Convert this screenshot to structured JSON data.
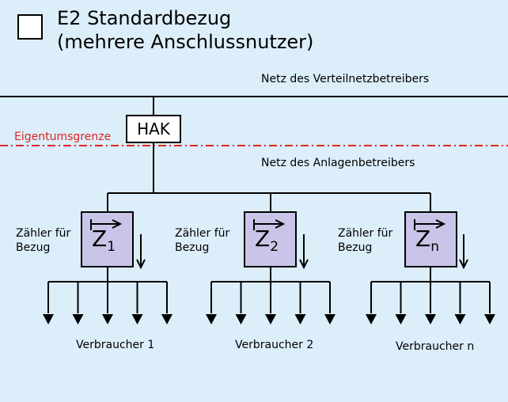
{
  "header": {
    "title_line1": "E2 Standardbezug",
    "title_line2": "(mehrere Anschlussnutzer)"
  },
  "network": {
    "upper_net": "Netz des Verteilnetzbetreibers",
    "boundary": "Eigentumsgrenze",
    "hak": "HAK",
    "lower_net": "Netz des Anlagenbetreibers"
  },
  "meters": [
    {
      "label_line1": "Zähler für",
      "label_line2": "Bezug",
      "symbol": "Z",
      "index": "1",
      "consumer": "Verbraucher 1"
    },
    {
      "label_line1": "Zähler für",
      "label_line2": "Bezug",
      "symbol": "Z",
      "index": "2",
      "consumer": "Verbraucher 2"
    },
    {
      "label_line1": "Zähler für",
      "label_line2": "Bezug",
      "symbol": "Z",
      "index": "n",
      "consumer": "Verbraucher n"
    }
  ],
  "colors": {
    "background": "#dceefa",
    "meter_fill": "#c9c5e8",
    "boundary_line": "#e0261f"
  }
}
